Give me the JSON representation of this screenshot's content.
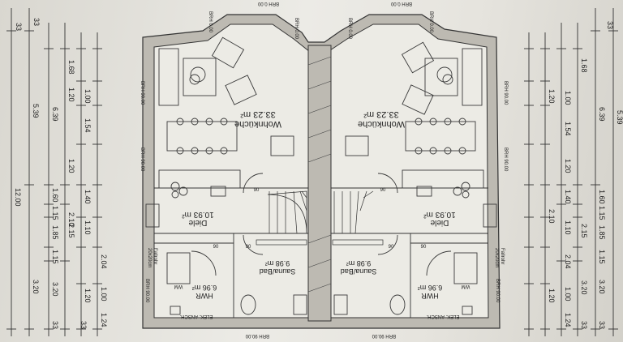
{
  "plan": {
    "units": [
      {
        "side": "left",
        "wohnkueche_label": "Wohnküche",
        "wohnkueche_area": "33.23 m²",
        "diele_label": "Diele",
        "diele_area": "10.93 m²",
        "sauna_label": "Sauna/Bad",
        "sauna_area": "9.98 m²",
        "hwr_label": "HWR",
        "hwr_area": "6.96 m²",
        "wm_label": "WM",
        "brh_labels": [
          "BRH 0.00",
          "BRH 0.00",
          "BRH 0.00",
          "BRH 90.00",
          "BRH 90.00",
          "BRH 90.00",
          "BRH 90.00"
        ],
        "fallrohr_label": "Fallrohr",
        "fallrohr_size": "20x20cm",
        "elek_label": "ELEK. ANSCH."
      },
      {
        "side": "right",
        "wohnkueche_label": "Wohnküche",
        "wohnkueche_area": "33.23 m²",
        "diele_label": "Diele",
        "diele_area": "10.93 m²",
        "sauna_label": "Sauna/Bad",
        "sauna_area": "9.98 m²",
        "hwr_label": "HWR",
        "hwr_area": "6.96 m²",
        "wm_label": "WM",
        "brh_labels": [
          "BRH 0.00",
          "BRH 0.00",
          "BRH 0.00",
          "BRH 90.00",
          "BRH 90.00",
          "BRH 90.00",
          "BRH 90.00"
        ],
        "fallrohr_label": "Fallrohr",
        "fallrohr_size": "20x20cm",
        "elek_label": "ELEK. ANSCH."
      }
    ],
    "dims_left": {
      "outer": [
        "12.00"
      ],
      "mid": [
        "5.39",
        "3.20"
      ],
      "inner": [
        "6.39",
        "1.60",
        "1.15",
        "1.85",
        "1.15",
        "3.20"
      ],
      "detail": [
        "1.68",
        "1.00",
        "1.20",
        "1.54",
        "1.20",
        "1.40",
        "2.10",
        "1.10",
        "2.15",
        "2.04",
        "1.20",
        "1.00",
        "1.24"
      ],
      "end": [
        "33",
        "33",
        "33",
        "33"
      ]
    },
    "dims_right": {
      "mid": [
        "5.39",
        "3.20"
      ],
      "inner": [
        "6.39",
        "1.60",
        "1.15",
        "1.85",
        "1.15",
        "3.20"
      ],
      "detail": [
        "1.68",
        "1.00",
        "1.20",
        "1.54",
        "1.20",
        "1.40",
        "2.10",
        "1.10",
        "2.15",
        "2.04",
        "1.20",
        "1.00",
        "1.24"
      ],
      "end": [
        "33",
        "33",
        "33"
      ]
    },
    "door_width": "90"
  }
}
